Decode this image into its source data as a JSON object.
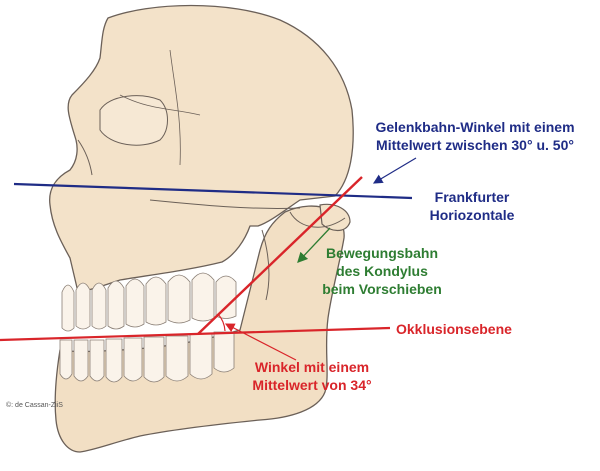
{
  "labels": {
    "gelenkbahn_line1": "Gelenkbahn-Winkel mit einem",
    "gelenkbahn_line2": "Mittelwert zwischen 30° u. 50°",
    "frankfurter_line1": "Frankfurter",
    "frankfurter_line2": "Horiozontale",
    "bewegung_line1": "Bewegungsbahn",
    "bewegung_line2": "des Kondylus",
    "bewegung_line3": "beim Vorschieben",
    "okklusion": "Okklusionsebene",
    "winkel_line1": "Winkel mit einem",
    "winkel_line2": "Mittelwert von 34°",
    "credit": "©: de Cassan-ZiiS"
  },
  "colors": {
    "blue": "#1f2c86",
    "red": "#d9252a",
    "green": "#2e7d32",
    "bone_fill": "#f3e2c9",
    "bone_stroke": "#6b6058"
  }
}
